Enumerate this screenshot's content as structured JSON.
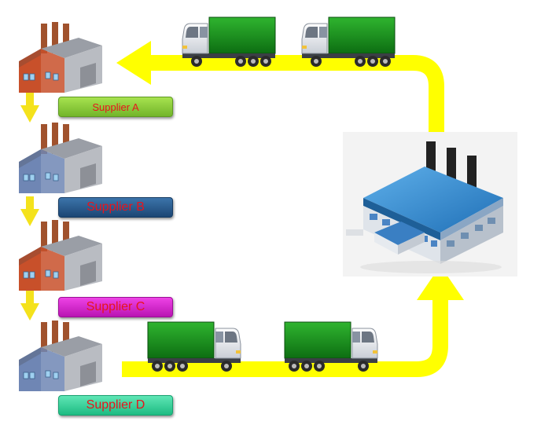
{
  "colors": {
    "flow_arrow": "#ffff00",
    "truck_cargo": "#1f9a1f",
    "red_factory": "#c8502a",
    "blue_factory": "#6f86b4",
    "label_text": "#e8141c"
  },
  "suppliers": [
    {
      "label": "Supplier A",
      "color": "#8fd13c",
      "factory": "red-factory"
    },
    {
      "label": "Supplier B",
      "color": "#2a5a8c",
      "factory": "blue-factory"
    },
    {
      "label": "Supplier C",
      "color": "#d81ed0",
      "factory": "red-factory"
    },
    {
      "label": "Supplier D",
      "color": "#2fd39a",
      "factory": "blue-factory"
    }
  ],
  "main_plant": {
    "icon": "main-factory-icon"
  },
  "trucks": {
    "icon": "truck-icon",
    "count": 4
  }
}
